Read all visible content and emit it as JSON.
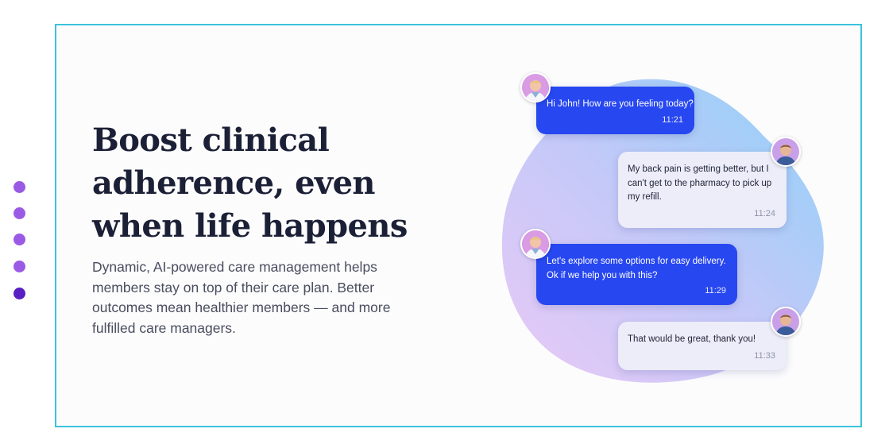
{
  "hero": {
    "headline_lines": [
      "Boost clinical",
      "adherence, even",
      "when life happens"
    ],
    "body_lines": [
      "Dynamic, AI-powered care management helps",
      "members stay on top of their care plan. Better",
      "outcomes mean healthier members — and more",
      "fulfilled care managers."
    ]
  },
  "carousel": {
    "slide_count": 5,
    "active_index": 4,
    "active_color": "#5a1fc4",
    "inactive_color": "#9b5ae6"
  },
  "chat": {
    "messages": [
      {
        "sender": "care-manager",
        "lines": [
          "Hi John! How are you feeling today?"
        ],
        "time": "11:21"
      },
      {
        "sender": "member",
        "lines": [
          "My back pain is getting better, but I",
          "can't get to the pharmacy to pick up",
          "my refill."
        ],
        "time": "11:24"
      },
      {
        "sender": "care-manager",
        "lines": [
          "Let's explore some options for easy delivery.",
          "Ok if we help you with this?"
        ],
        "time": "11:29"
      },
      {
        "sender": "member",
        "lines": [
          "That would be great, thank you!"
        ],
        "time": "11:33"
      }
    ]
  },
  "colors": {
    "frame_border": "#3cc3dc",
    "headline": "#1c2036",
    "bot_bubble": "#2747f0",
    "user_bubble": "#ecedf9"
  }
}
